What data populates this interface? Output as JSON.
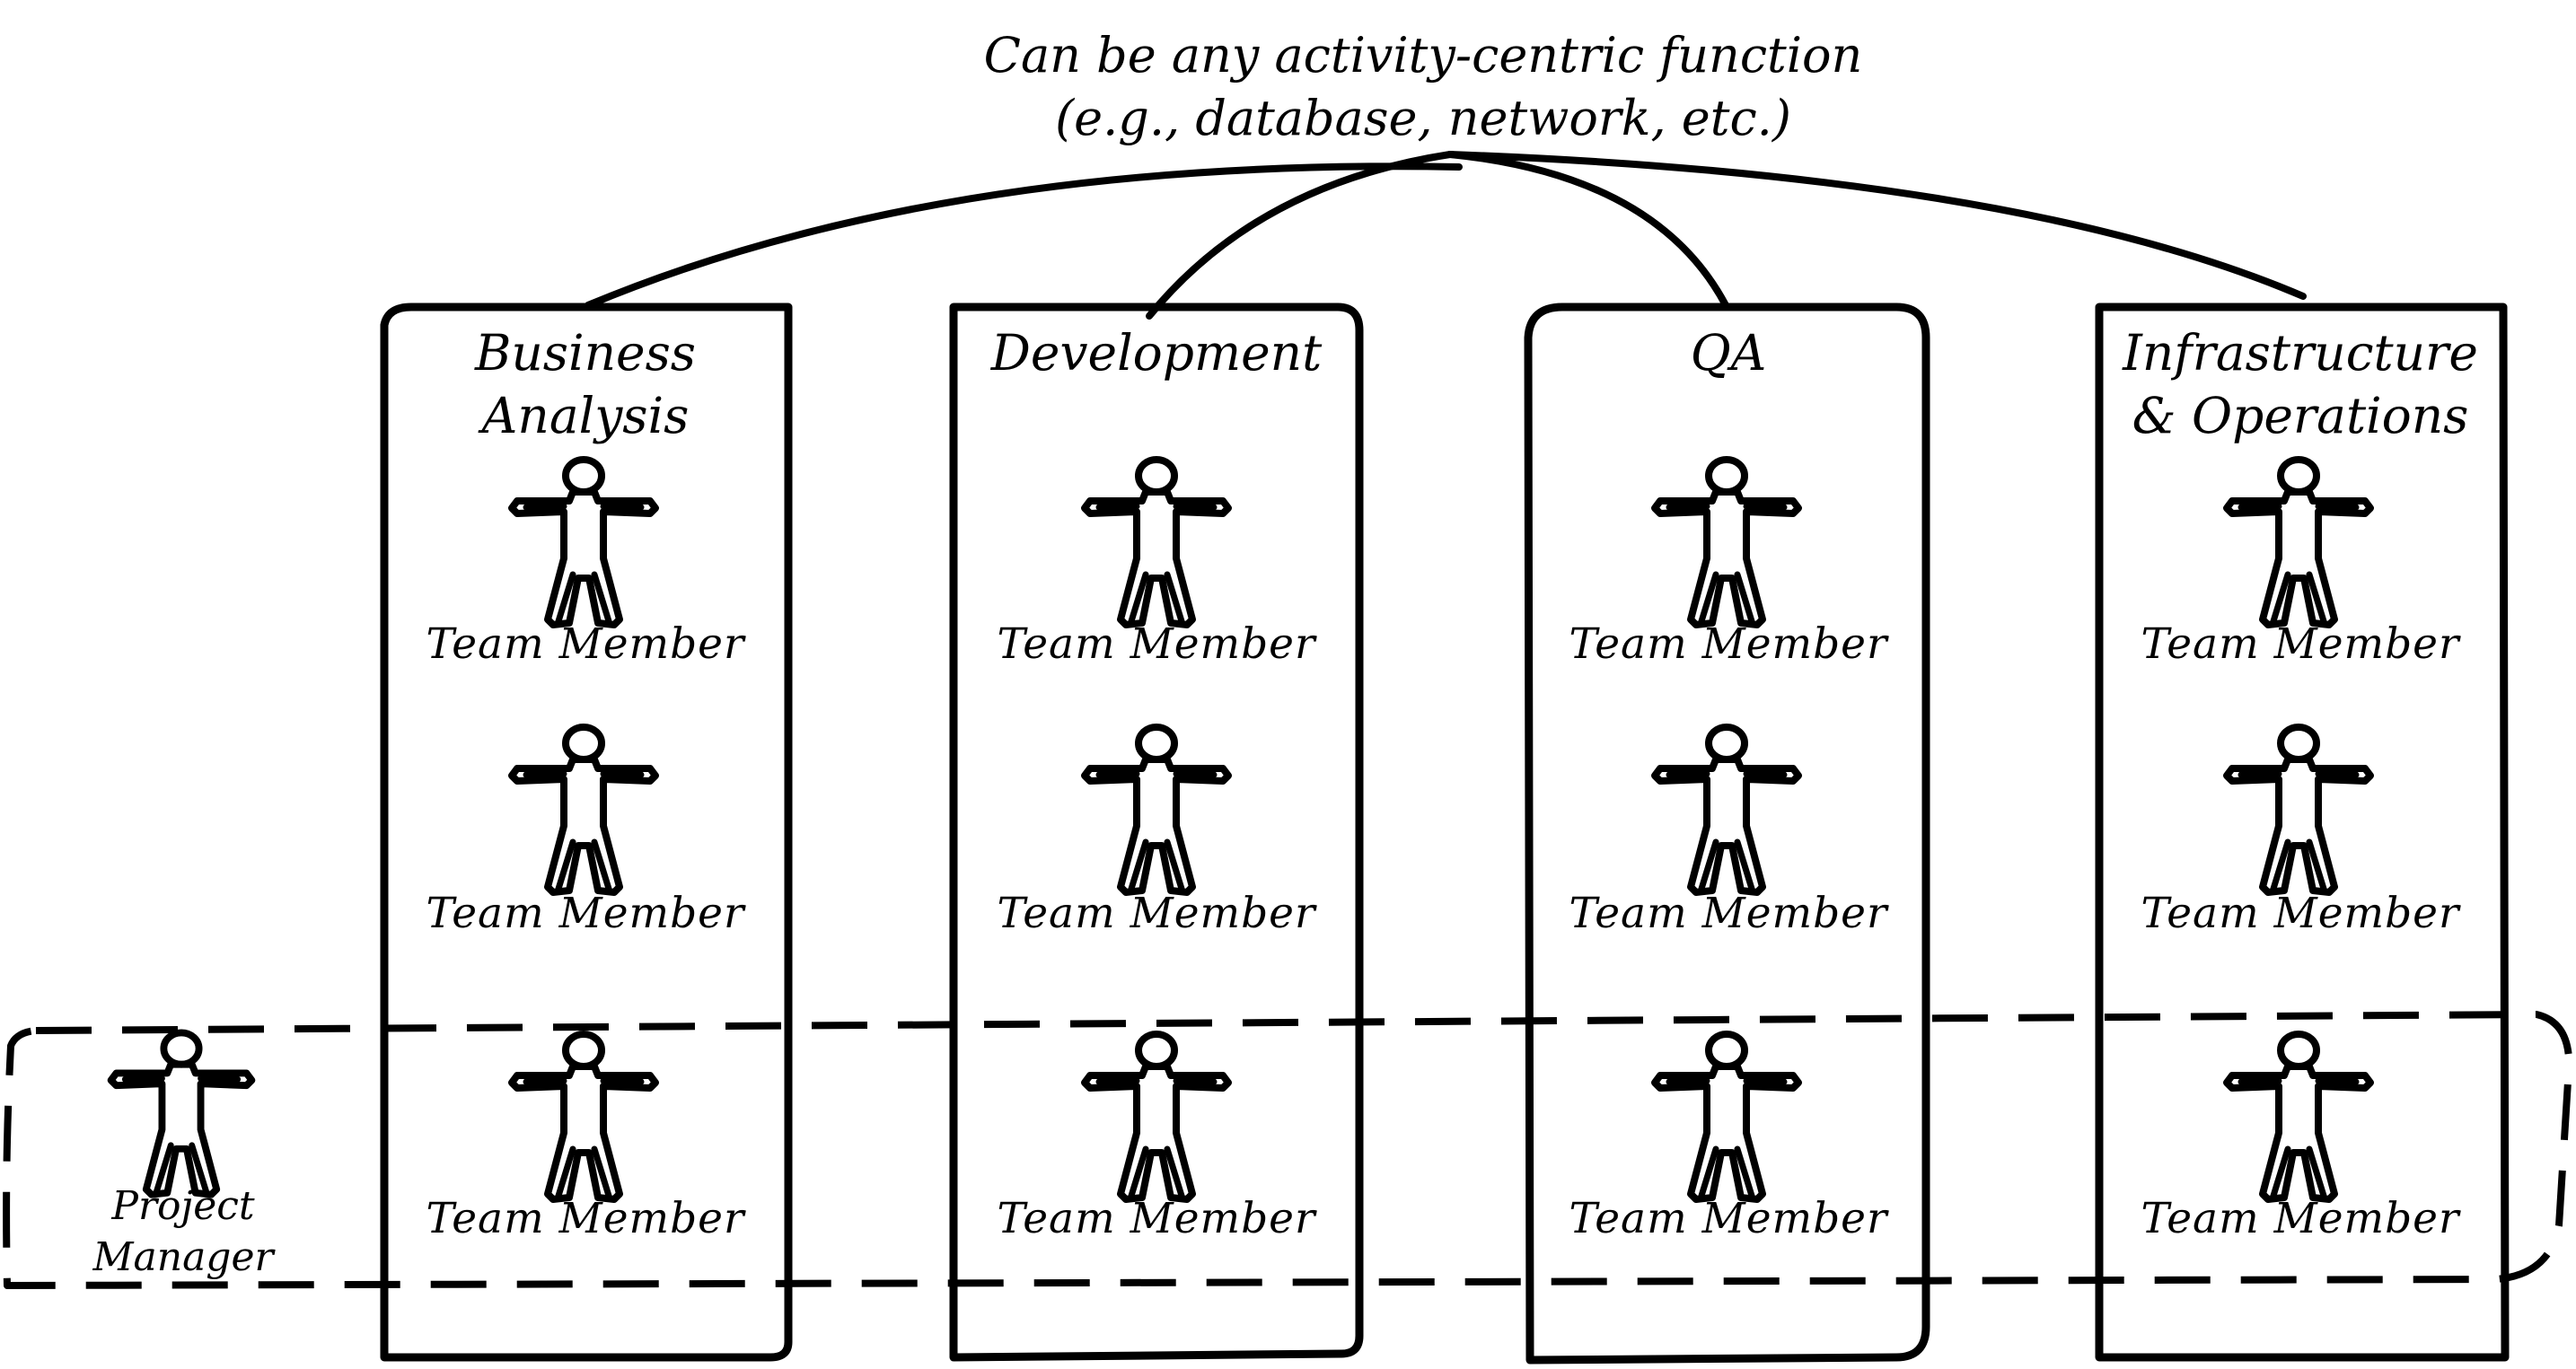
{
  "caption": {
    "line1": "Can be any activity-centric function",
    "line2": "(e.g., database, network, etc.)"
  },
  "departments": [
    {
      "title": [
        "Business",
        "Analysis"
      ],
      "members": [
        "Team Member",
        "Team Member",
        "Team Member"
      ]
    },
    {
      "title": [
        "Development"
      ],
      "members": [
        "Team Member",
        "Team Member",
        "Team Member"
      ]
    },
    {
      "title": [
        "QA"
      ],
      "members": [
        "Team Member",
        "Team Member",
        "Team Member"
      ]
    },
    {
      "title": [
        "Infrastructure",
        "& Operations"
      ],
      "members": [
        "Team Member",
        "Team Member",
        "Team Member"
      ]
    }
  ],
  "project_team": {
    "manager_label": [
      "Project",
      "Manager"
    ]
  }
}
